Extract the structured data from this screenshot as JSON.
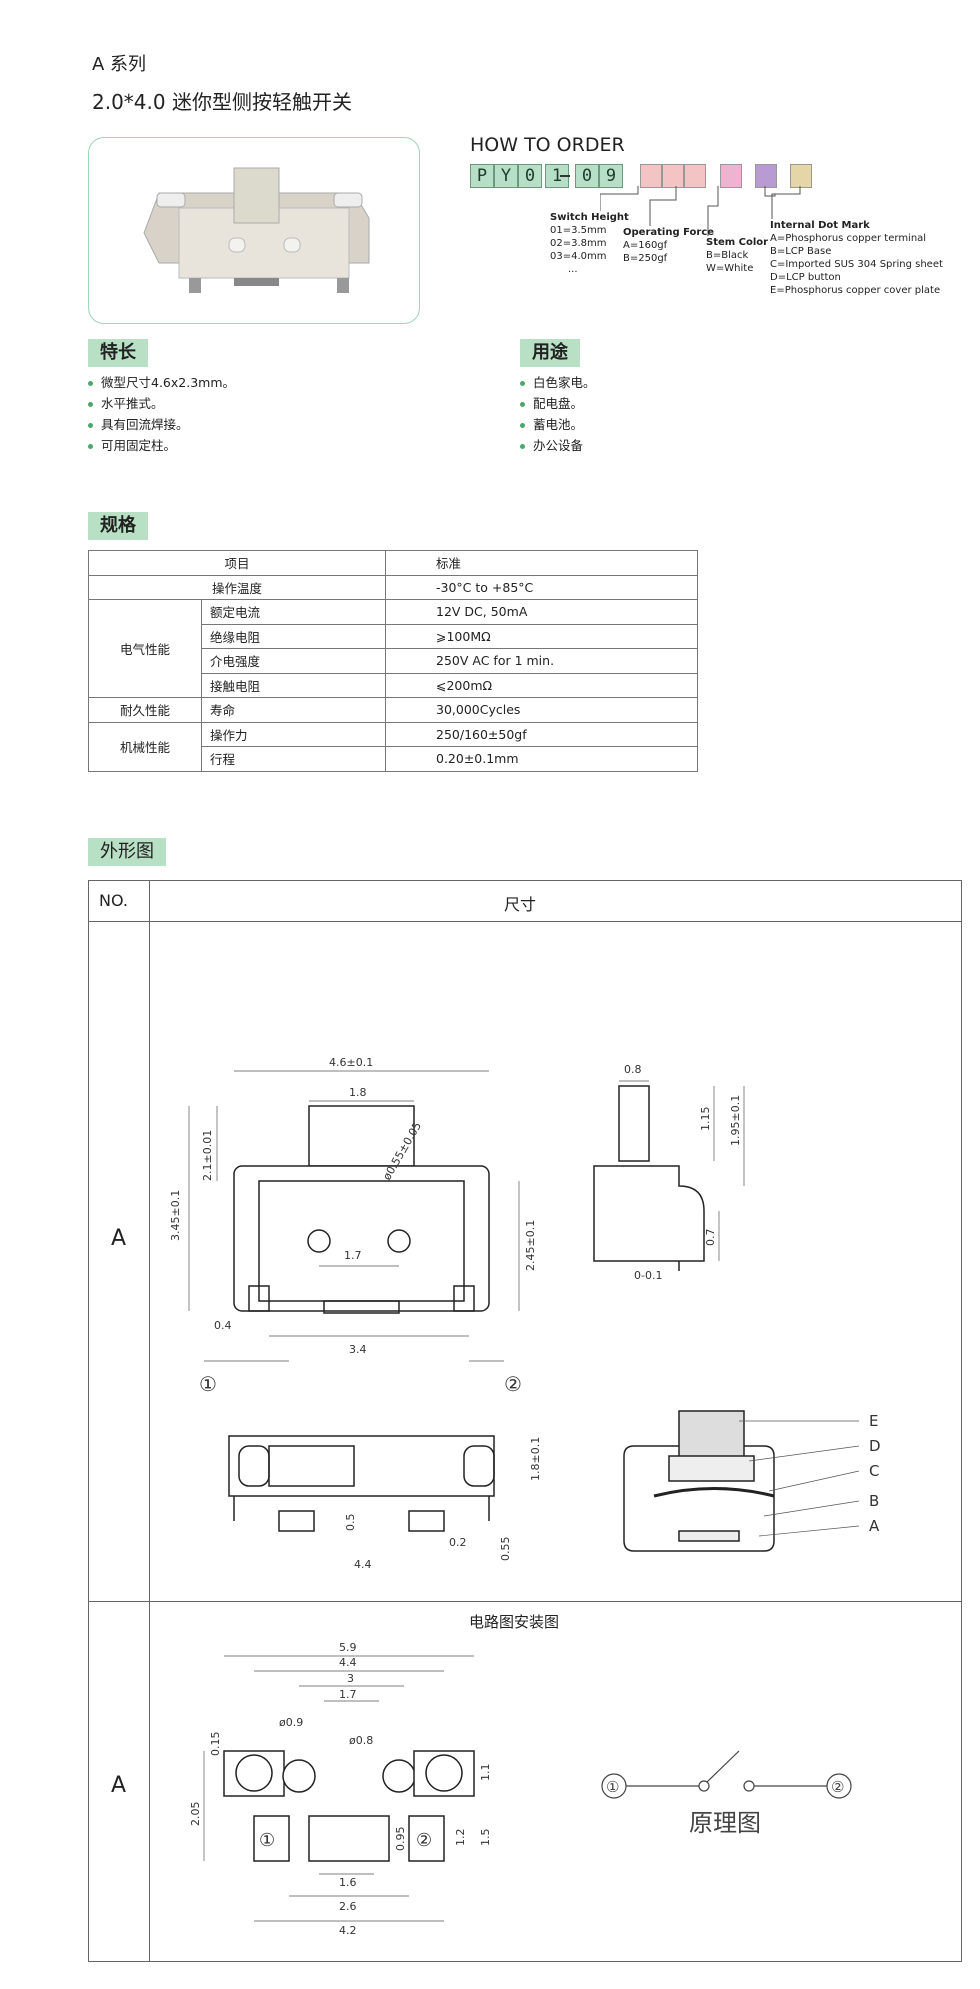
{
  "header": {
    "series": "A 系列",
    "title": "2.0*4.0 迷你型侧按轻触开关"
  },
  "order": {
    "title": "HOW TO ORDER",
    "code_chars": [
      "P",
      "Y",
      "0",
      "1",
      "0",
      "9"
    ],
    "code_dash": "-",
    "switch_height": {
      "title": "Switch Height",
      "lines": [
        "01=3.5mm",
        "02=3.8mm",
        "03=4.0mm",
        "..."
      ]
    },
    "operating_force": {
      "title": "Operating Force",
      "lines": [
        "A=160gf",
        "B=250gf"
      ]
    },
    "stem_color": {
      "title": "Stem Color",
      "lines": [
        "B=Black",
        "W=White"
      ]
    },
    "dot_mark": {
      "title": "Internal Dot Mark",
      "lines": [
        "A=Phosphorus copper terminal",
        "B=LCP  Base",
        "C=Imported SUS 304 Spring sheet",
        "D=LCP  button",
        "E=Phosphorus copper cover plate"
      ]
    },
    "box_colors": [
      "#f4c3c3",
      "#f4c3c3",
      "#f4c3c3",
      "#efb3d2",
      "#b99bd3",
      "#e5d6a8"
    ]
  },
  "features": {
    "title": "特长",
    "items": [
      "微型尺寸4.6x2.3mm。",
      "水平推式。",
      "具有回流焊接。",
      "可用固定柱。"
    ]
  },
  "uses": {
    "title": "用途",
    "items": [
      "白色家电。",
      "配电盘。",
      "蓄电池。",
      "办公设备"
    ]
  },
  "spec": {
    "title": "规格",
    "head": [
      "项目",
      "标准"
    ],
    "rows": {
      "temp": [
        "操作温度",
        "-30°C to +85°C"
      ],
      "electric": "电气性能",
      "current": [
        "额定电流",
        " 12V DC, 50mA"
      ],
      "insulation": [
        "绝缘电阻",
        "⩾100MΩ"
      ],
      "dielectric": [
        "介电强度",
        "250V AC for 1 min."
      ],
      "contact": [
        "接触电阻",
        "⩽200mΩ"
      ],
      "durability": "耐久性能",
      "life": [
        "寿命",
        "30,000Cycles"
      ],
      "mechanical": "机械性能",
      "force": [
        "操作力",
        "250/160±50gf"
      ],
      "travel": [
        "行程",
        "0.20±0.1mm"
      ]
    }
  },
  "outline": {
    "title": "外形图",
    "col_no": "NO.",
    "col_size": "尺寸",
    "row1_no": "A",
    "row2_no": "A",
    "circuit_title": "电路图安装图",
    "principle": "原理图",
    "dims1": {
      "w": "4.6±0.1",
      "stem": "1.8",
      "h1": "3.45±0.1",
      "h2": "2.1±0.01",
      "d": "ø0.55±0.05",
      "h3": "2.45±0.1",
      "p": "1.7",
      "e": "0.4",
      "b": "3.4",
      "s1": "0.8",
      "s2": "1.15",
      "s3": "1.95±0.1",
      "s4": "0.7",
      "s5": "0-0.1",
      "t1": "1.8±0.1",
      "t2": "0.5",
      "t3": "0.2",
      "t4": "0.55",
      "t5": "4.4",
      "n1": "①",
      "n2": "②"
    },
    "layers": [
      "E",
      "D",
      "C",
      "B",
      "A"
    ],
    "dims2": {
      "a": "5.9",
      "b": "4.4",
      "c": "3",
      "d": "1.7",
      "e": "ø0.9",
      "f": "ø0.8",
      "g": "0.15",
      "h": "2.05",
      "i": "1.1",
      "j": "1.5",
      "k": "1.2",
      "l": "0.95",
      "m": "1.6",
      "n": "2.6",
      "o": "4.2"
    }
  }
}
